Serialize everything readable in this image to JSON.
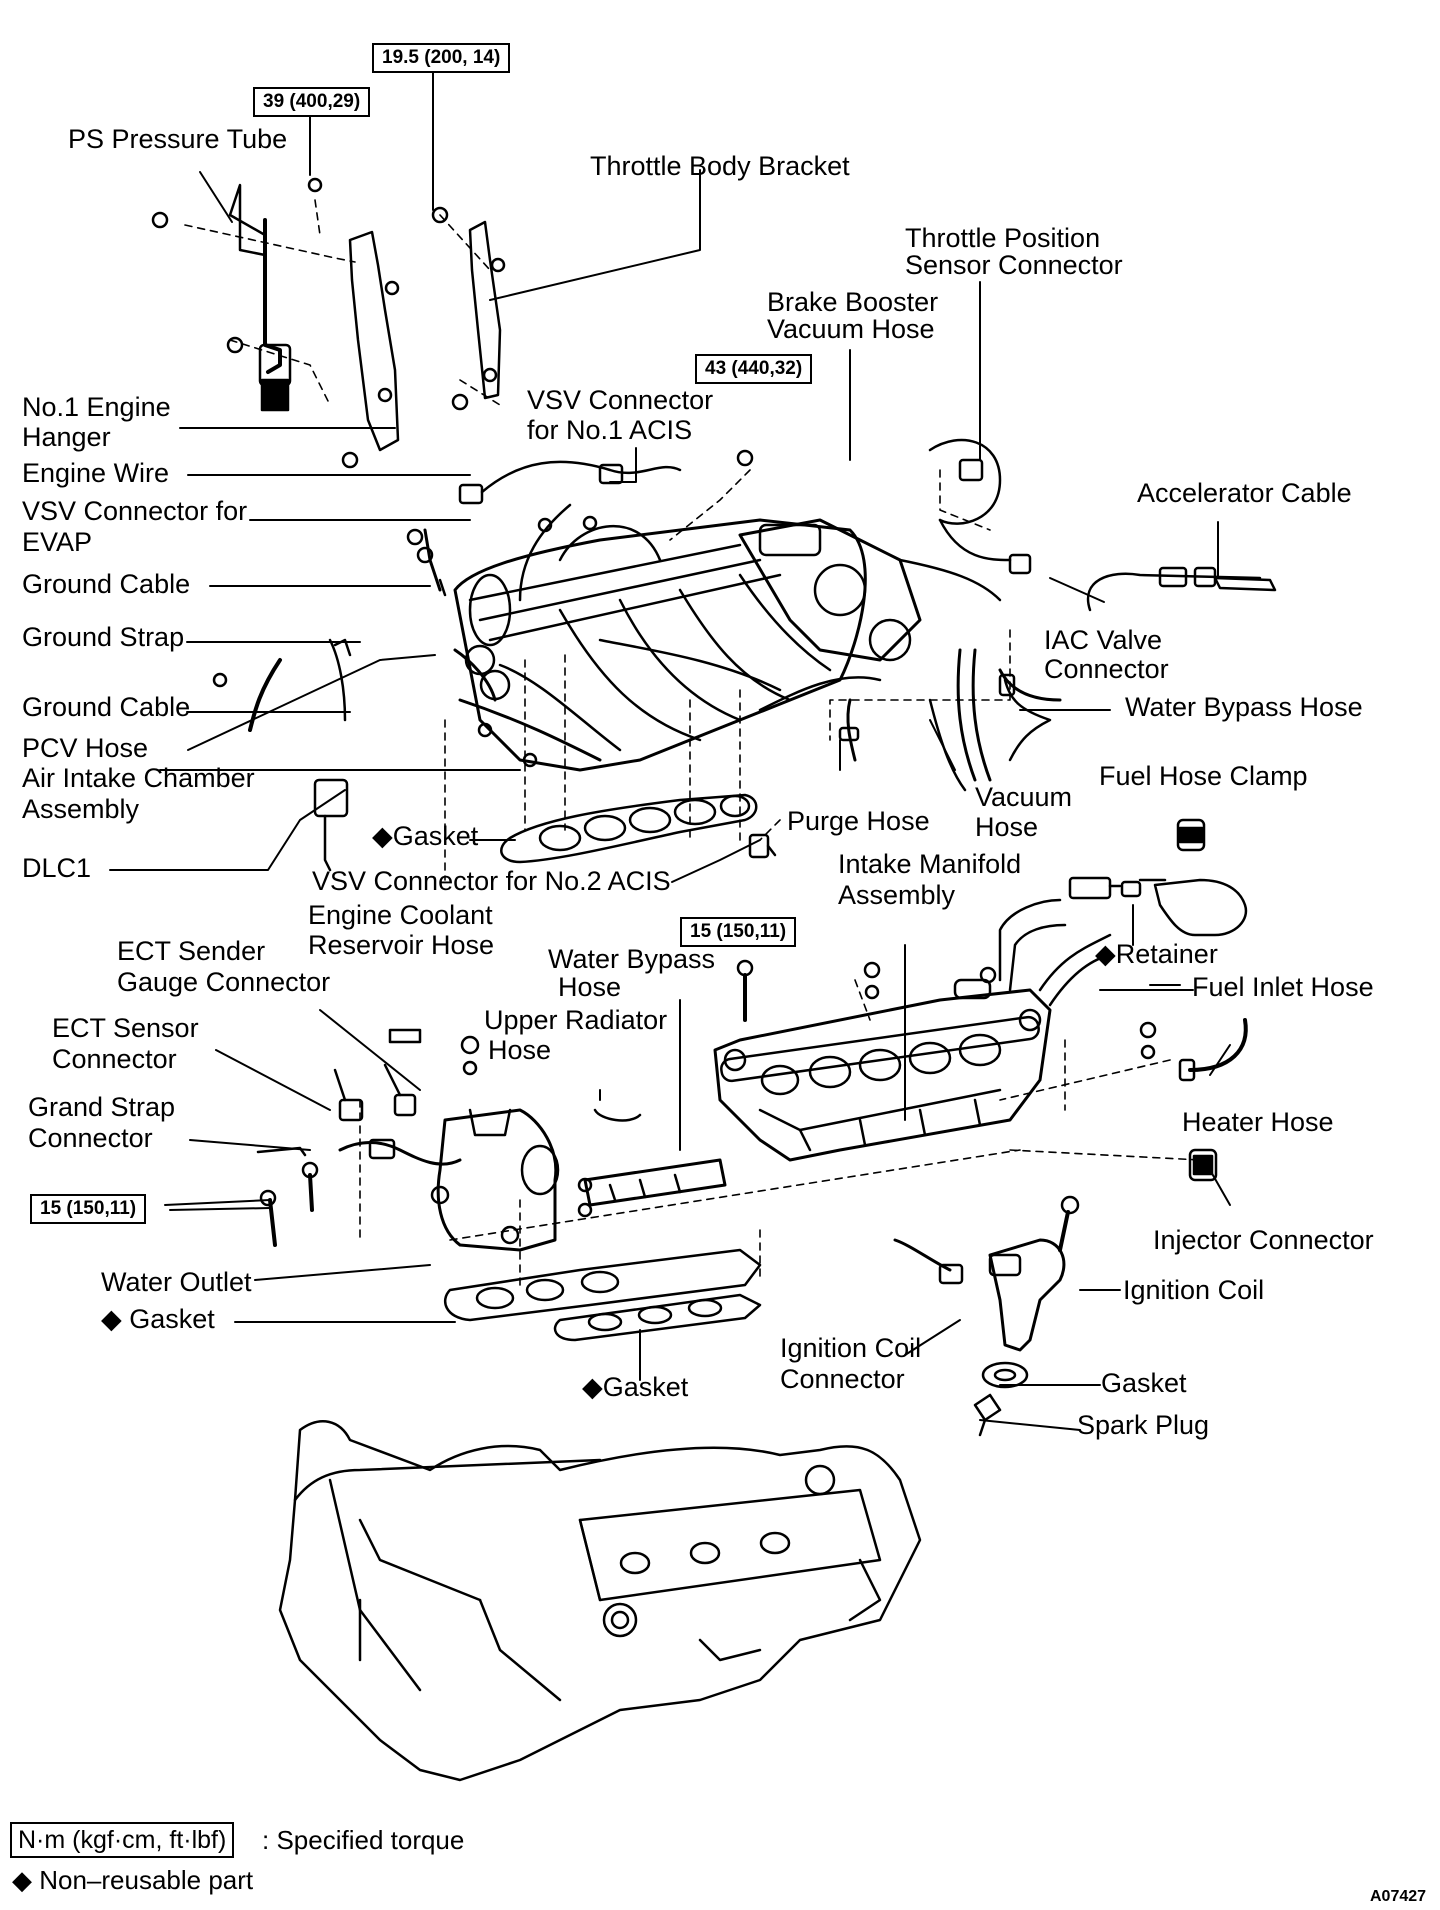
{
  "torque_specs": {
    "t_19_5": "19.5 (200, 14)",
    "t_39": "39 (400,29)",
    "t_43": "43 (440,32)",
    "t_15_a": "15 (150,11)",
    "t_15_b": "15 (150,11)"
  },
  "labels": {
    "ps_pressure_tube": "PS Pressure Tube",
    "throttle_body_bracket": "Throttle Body Bracket",
    "throttle_position_sensor_connector_1": "Throttle Position",
    "throttle_position_sensor_connector_2": "Sensor Connector",
    "brake_booster_vacuum_hose_1": "Brake Booster",
    "brake_booster_vacuum_hose_2": "Vacuum Hose",
    "no1_engine_hanger_1": "No.1 Engine",
    "no1_engine_hanger_2": "Hanger",
    "vsv_connector_no1_acis_1": "VSV Connector",
    "vsv_connector_no1_acis_2": "for No.1 ACIS",
    "engine_wire": "Engine Wire",
    "vsv_connector_evap_1": "VSV Connector for",
    "vsv_connector_evap_2": "EVAP",
    "accelerator_cable": "Accelerator Cable",
    "ground_cable_1": "Ground Cable",
    "ground_strap": "Ground Strap",
    "iac_valve_connector_1": "IAC Valve",
    "iac_valve_connector_2": "Connector",
    "ground_cable_2": "Ground Cable",
    "water_bypass_hose_1": "Water Bypass Hose",
    "pcv_hose": "PCV Hose",
    "air_intake_chamber_1": "Air Intake Chamber",
    "air_intake_chamber_2": "Assembly",
    "fuel_hose_clamp": "Fuel Hose Clamp",
    "vacuum_hose_1": "Vacuum",
    "vacuum_hose_2": "Hose",
    "purge_hose": "Purge Hose",
    "gasket_1": "◆Gasket",
    "dlc1": "DLC1",
    "vsv_connector_no2_acis": "VSV Connector for No.2 ACIS",
    "intake_manifold_1": "Intake Manifold",
    "intake_manifold_2": "Assembly",
    "engine_coolant_reservoir_1": "Engine Coolant",
    "engine_coolant_reservoir_2": "Reservoir Hose",
    "ect_sender_1": "ECT Sender",
    "ect_sender_2": "Gauge Connector",
    "water_bypass_hose_2a": "Water Bypass",
    "water_bypass_hose_2b": "Hose",
    "retainer": "◆Retainer",
    "fuel_inlet_hose": "Fuel Inlet Hose",
    "upper_radiator_1": "Upper Radiator",
    "upper_radiator_2": "Hose",
    "ect_sensor_1": "ECT Sensor",
    "ect_sensor_2": "Connector",
    "heater_hose": "Heater Hose",
    "grand_strap_1": "Grand Strap",
    "grand_strap_2": "Connector",
    "injector_connector": "Injector Connector",
    "water_outlet": "Water Outlet",
    "ignition_coil": "Ignition Coil",
    "gasket_2": "◆ Gasket",
    "ignition_coil_connector_1": "Ignition Coil",
    "ignition_coil_connector_2": "Connector",
    "gasket_3": "Gasket",
    "gasket_4": "◆Gasket",
    "spark_plug": "Spark Plug"
  },
  "legend": {
    "torque_box": "N·m (kgf·cm, ft·lbf)",
    "torque_text": ": Specified torque",
    "nonreusable": "◆ Non–reusable part"
  },
  "reference_code": "A07427"
}
